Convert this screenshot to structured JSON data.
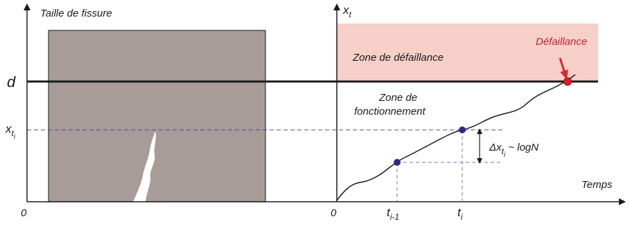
{
  "labels": {
    "crack_size_axis": "Taille de fissure",
    "xt_axis": "x",
    "xt_axis_sub": "t",
    "time_axis": "Temps",
    "origin_left": "0",
    "origin_right": "0",
    "threshold": "d",
    "xti_base": "x",
    "xti_sub": "t",
    "xti_subsub": "i",
    "failure_zone": "Zone de défaillance",
    "operating_zone_line1": "Zone de",
    "operating_zone_line2": "fonctionnement",
    "failure_point": "Défaillance",
    "delta_prefix": "Δx",
    "delta_sub": "t",
    "delta_subsub": "i",
    "delta_suffix": " ~ logN",
    "t_i_minus_1_base": "t",
    "t_i_minus_1_sub": "i-1",
    "t_i_base": "t",
    "t_i_sub": "i"
  },
  "colors": {
    "specimen": "#a89c98",
    "failure_zone": "#f6cfc8",
    "dashed": "#4a4a9a",
    "point": "#2c2c84",
    "failure_point": "#e01a2a",
    "arrow": "#d42a2a",
    "axis": "#1a1a1a"
  }
}
